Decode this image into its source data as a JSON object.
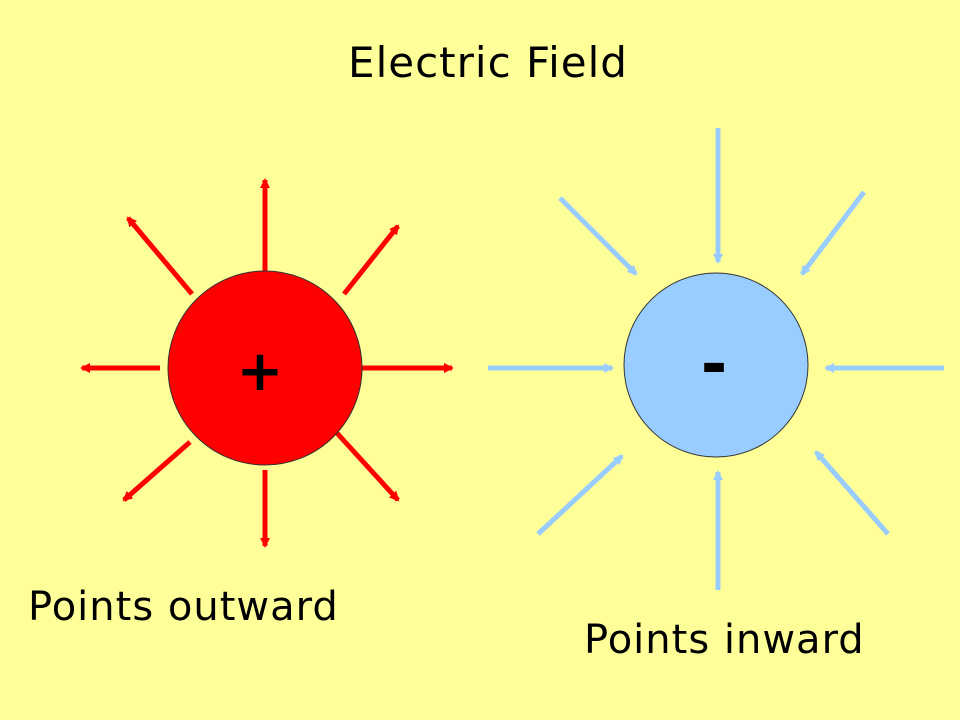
{
  "title": "Electric Field",
  "positive_charge": {
    "sign": "+",
    "color": "#FF0000",
    "arrow_color": "#FF0000",
    "caption": "Points outward"
  },
  "negative_charge": {
    "sign": "-",
    "color": "#99CCFF",
    "arrow_color": "#99CCFF",
    "caption": "Points inward"
  },
  "background_color": "#FFFF99"
}
